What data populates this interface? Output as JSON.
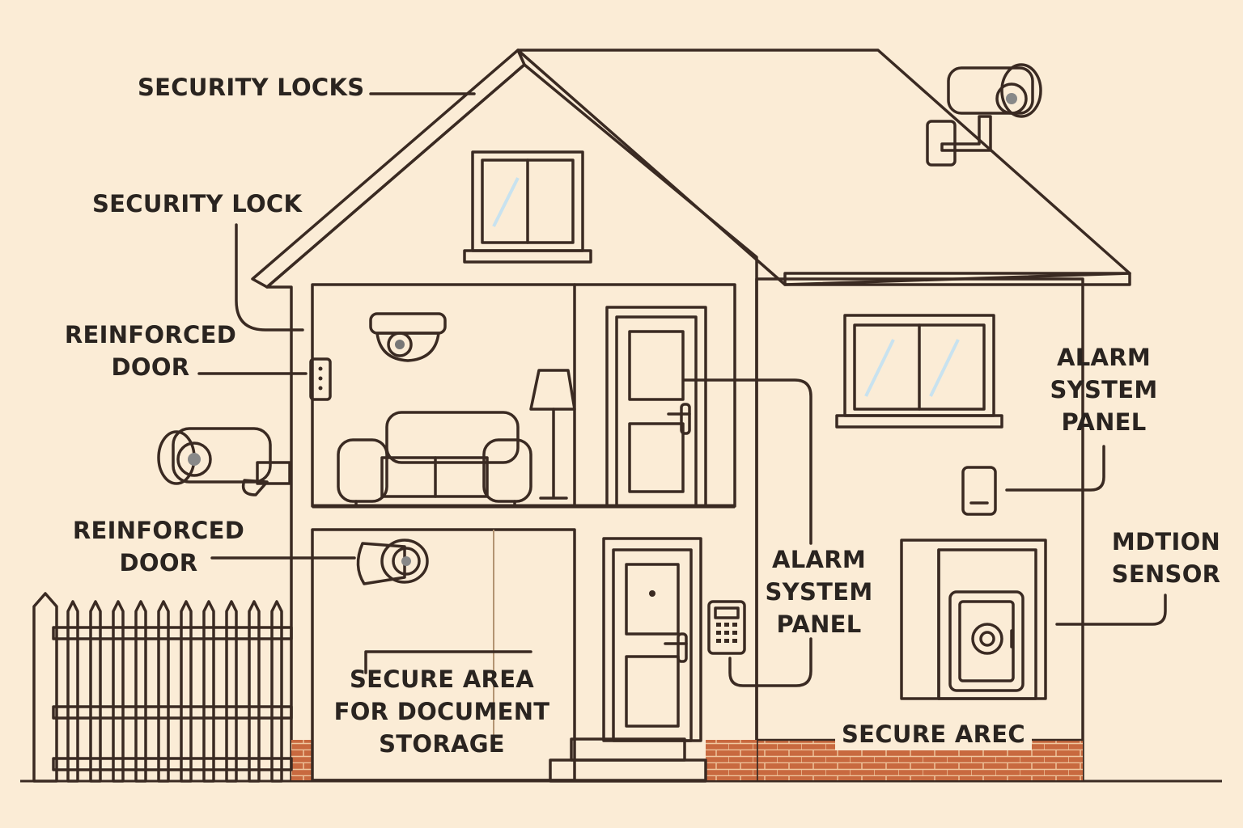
{
  "labels": {
    "security_locks": "SECURITY LOCKS",
    "security_lock": "SECURITY LOCK",
    "reinforced_door_1": [
      "REINFORCED",
      "DOOR"
    ],
    "reinforced_door_2": [
      "REINFORCED",
      "DOOR"
    ],
    "alarm_panel_right": [
      "ALARM",
      "SYSTEM",
      "PANEL"
    ],
    "alarm_panel_center": [
      "ALARM",
      "SYSTEM",
      "PANEL"
    ],
    "motion_sensor": [
      "MDTION",
      "SENSOR"
    ],
    "secure_document_storage": [
      "SECURE AREA",
      "FOR DOCUMENT",
      "STORAGE"
    ],
    "secure_area": "SECURE AREC"
  },
  "colors": {
    "background": "#fbecd6",
    "wall": "#f7e1c0",
    "roof": "#d9784a",
    "outline": "#3a2a22",
    "door": "#a85c38",
    "window_glass": "#7fb4d2",
    "sofa": "#d98a4a",
    "brick": "#c8693f"
  },
  "icons": [
    "camera-icon",
    "keypad-icon",
    "safe-icon",
    "lamp-icon",
    "sofa-icon",
    "fence-icon",
    "motion-sensor-icon"
  ]
}
